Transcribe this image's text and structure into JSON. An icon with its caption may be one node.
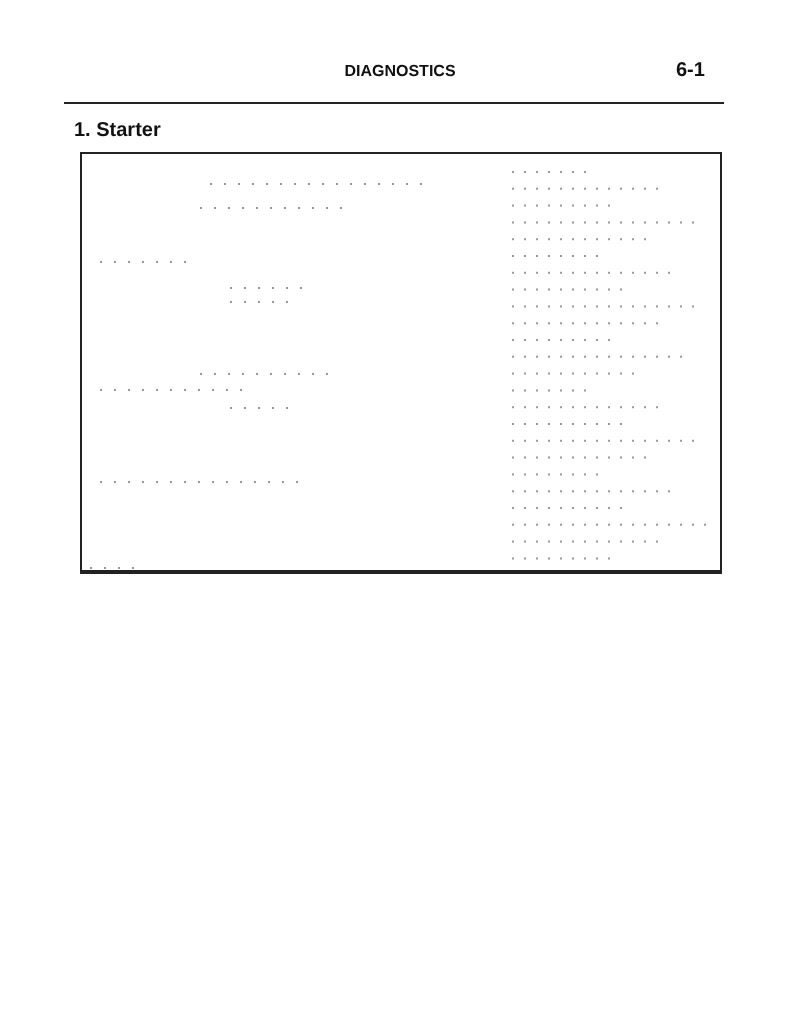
{
  "diagram": {
    "title": "DIAGNOSTICS",
    "labels": [
      "6-1",
      "1. Starter"
    ]
  }
}
